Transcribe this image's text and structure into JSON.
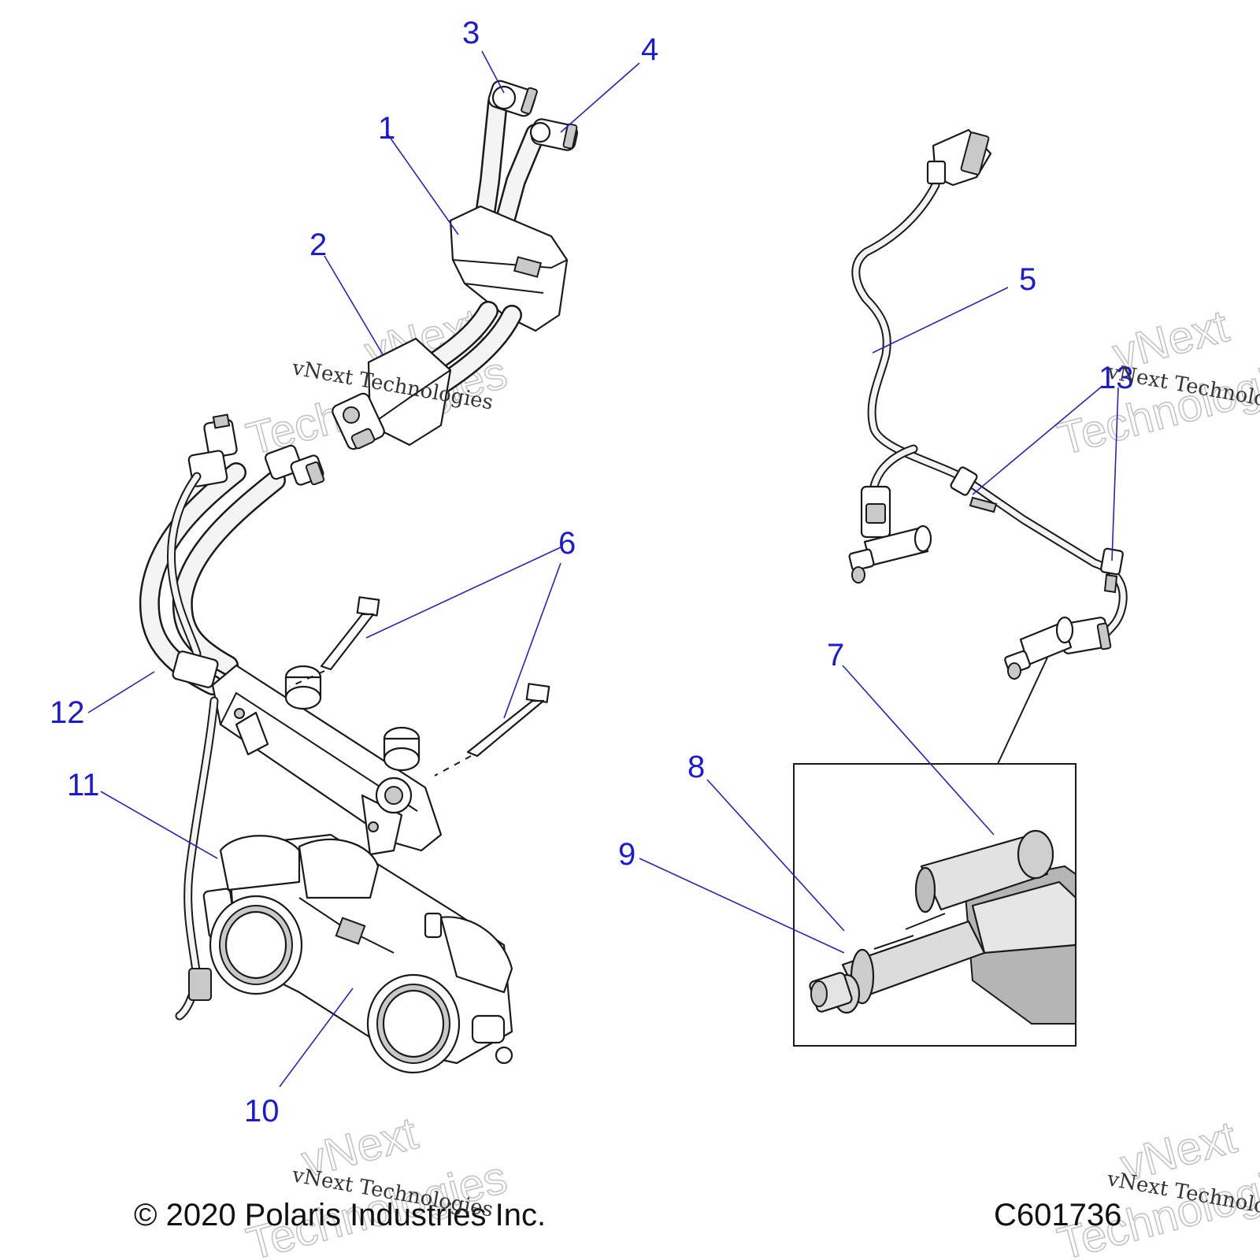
{
  "callouts": [
    {
      "label": "1"
    },
    {
      "label": "2"
    },
    {
      "label": "3"
    },
    {
      "label": "4"
    },
    {
      "label": "5"
    },
    {
      "label": "6"
    },
    {
      "label": "7"
    },
    {
      "label": "8"
    },
    {
      "label": "9"
    },
    {
      "label": "10"
    },
    {
      "label": "11"
    },
    {
      "label": "12"
    },
    {
      "label": "13"
    }
  ],
  "footer": {
    "copyright": "© 2020 Polaris Industries Inc.",
    "drawing_number": "C601736"
  },
  "watermark": {
    "line_serif": "vNext Technologies",
    "line_big_1": "vNext",
    "line_big_2": "Technologies"
  },
  "colors": {
    "callout": "#1a1ad8",
    "leader": "#2323c8",
    "linework": "#1a1a1a"
  }
}
